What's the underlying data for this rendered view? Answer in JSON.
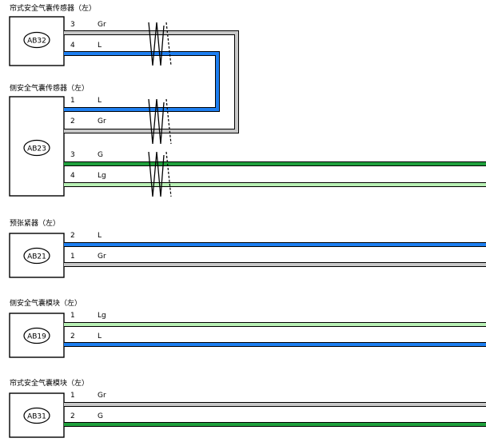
{
  "colors": {
    "Gr": "#c8c8c8",
    "L": "#1e7ff0",
    "G": "#1fa03c",
    "Lg": "#b8f0b4",
    "outline": "#000000"
  },
  "components": [
    {
      "title": "帘式安全气囊传感器（左）",
      "code": "AB32",
      "pins": [
        {
          "num": "3",
          "wire": "Gr"
        },
        {
          "num": "4",
          "wire": "L"
        }
      ]
    },
    {
      "title": "侧安全气囊传感器（左）",
      "code": "AB23",
      "pins": [
        {
          "num": "1",
          "wire": "L"
        },
        {
          "num": "2",
          "wire": "Gr"
        },
        {
          "num": "3",
          "wire": "G"
        },
        {
          "num": "4",
          "wire": "Lg"
        }
      ]
    },
    {
      "title": "预张紧器（左）",
      "code": "AB21",
      "pins": [
        {
          "num": "2",
          "wire": "L"
        },
        {
          "num": "1",
          "wire": "Gr"
        }
      ]
    },
    {
      "title": "侧安全气囊模块（左）",
      "code": "AB19",
      "pins": [
        {
          "num": "1",
          "wire": "Lg"
        },
        {
          "num": "2",
          "wire": "L"
        }
      ]
    },
    {
      "title": "帘式安全气囊模块（左）",
      "code": "AB31",
      "pins": [
        {
          "num": "1",
          "wire": "Gr"
        },
        {
          "num": "2",
          "wire": "G"
        }
      ]
    }
  ]
}
